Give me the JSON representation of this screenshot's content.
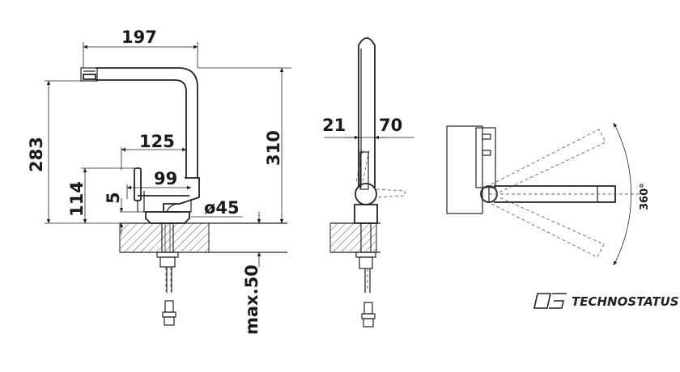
{
  "side_view": {
    "dim_reach": "197",
    "dim_height_outlet": "283",
    "dim_height_total": "310",
    "dim_handle_reach": "125",
    "dim_base_reach": "99",
    "dim_lever_height": "114",
    "dim_base_height": "5",
    "dim_base_diameter": "ø45",
    "dim_worktop": "max.50"
  },
  "front_view": {
    "dim_left": "21",
    "dim_right": "70"
  },
  "top_view": {
    "dim_rotation": "360°"
  },
  "logo": {
    "text": "TECHNOSTATUS"
  }
}
